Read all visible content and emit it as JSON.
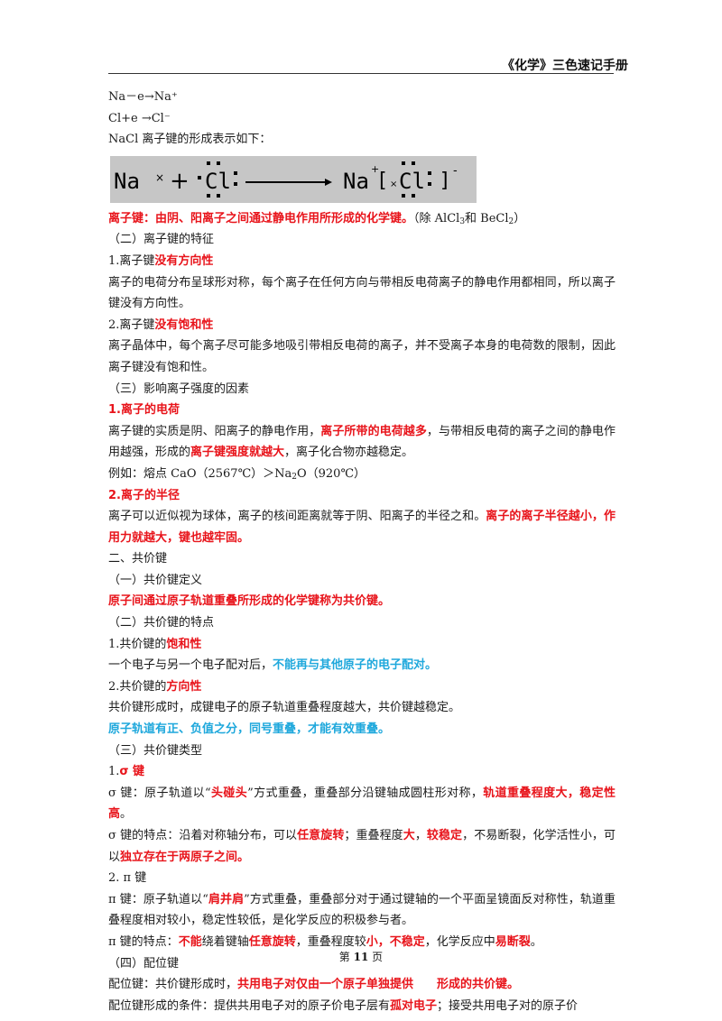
{
  "header": {
    "title": "《化学》三色速记手册"
  },
  "eq1": "Na－e→Na⁺",
  "eq2": "Cl+e →Cl⁻",
  "eq3": "NaCl 离子键的形成表示如下：",
  "formula": {
    "na": "Na",
    "cl": "Cl",
    "plus": "+",
    "na_ion": "Na",
    "sup_plus": "+",
    "minus": "-",
    "cross": "×",
    "lbracket": "[",
    "rbracket": "]"
  },
  "def_red": "离子键：由阴、阳离子之间通过静电作用所形成的化学键。",
  "def_note_a": "（除 AlCl",
  "def_note_sub1": "3",
  "def_note_b": "和 BeCl",
  "def_note_sub2": "2",
  "def_note_c": "）",
  "s2": "（二）离子键的特征",
  "p1_a": "1.离子键",
  "p1_b": "没有方向性",
  "p1_text": "离子的电荷分布呈球形对称，每个离子在任何方向与带相反电荷离子的静电作用都相同，所以离子键没有方向性。",
  "p2_a": "2.离子键",
  "p2_b": "没有饱和性",
  "p2_text": "离子晶体中，每个离子尽可能多地吸引带相反电荷的离子，并不受离子本身的电荷数的限制，因此离子键没有饱和性。",
  "s3": "（三）影响离子强度的因素",
  "f1": "1.离子的电荷",
  "f1_t1": "离子键的实质是阴、阳离子的静电作用，",
  "f1_t2": "离子所带的电荷越多",
  "f1_t3": "，与带相反电荷的离子之间的静电作用越强，形成的",
  "f1_t4": "离子键强度就越大",
  "f1_t5": "，离子化合物亦越稳定。",
  "example_a": "例如：熔点 CaO（2567℃）＞Na",
  "example_sub": "2",
  "example_b": "O（920℃）",
  "f2": "2.离子的半径",
  "f2_t1": "离子可以近似视为球体，离子的核间距离就等于阴、阳离子的半径之和。",
  "f2_t2": "离子的离子半径越小，作用力就越大，键也越牢固。",
  "sec2": "二、共价键",
  "c1": "（一）共价键定义",
  "c1_red": "原子间通过原子轨道重叠所形成的化学键称为共价键。",
  "c2": "（二）共价键的特点",
  "c2_1a": "1.共价键的",
  "c2_1b": "饱和性",
  "c2_1t1": "一个电子与另一个电子配对后，",
  "c2_1t2": "不能再与其他原子的电子配对。",
  "c2_2a": "2.共价键的",
  "c2_2b": "方向性",
  "c2_2t": "共价键形成时，成键电子的原子轨道重叠程度越大，共价键越稳定。",
  "c2_blue": "原子轨道有正、负值之分，同号重叠，才能有效重叠。",
  "c3": "（三）共价键类型",
  "sig_a": "1.",
  "sig_b": "σ 键",
  "sig_t1": "σ 键：原子轨道以“",
  "sig_t2": "头碰头",
  "sig_t3": "”方式重叠，重叠部分沿键轴成圆柱形对称，",
  "sig_t4": "轨道重叠程度大，稳定性高",
  "sig_t5": "。",
  "sig2_t1": "σ 键的特点：沿着对称轴分布，可以",
  "sig2_t2": "任意旋转",
  "sig2_t3": "；重叠程度",
  "sig2_t4": "大",
  "sig2_t5": "，",
  "sig2_t6": "较稳定",
  "sig2_t7": "，不易断裂，化学活性小，可以",
  "sig2_t8": "独立存在于两原子之间。",
  "pi_head": "2. π 键",
  "pi_t1": "π 键：原子轨道以“",
  "pi_t2": "肩并肩",
  "pi_t3": "”方式重叠，重叠部分对于通过键轴的一个平面呈镜面反对称性，轨道重叠程度相对较小，稳定性较低，是化学反应的积极参与者。",
  "pi2_t1": "π 键的特点：",
  "pi2_t2": "不能",
  "pi2_t3": "绕着键轴",
  "pi2_t4": "任意旋转",
  "pi2_t5": "，重叠程度较",
  "pi2_t6": "小，不稳定",
  "pi2_t7": "，化学反应中",
  "pi2_t8": "易断裂",
  "pi2_t9": "。",
  "c4": "（四）配位键",
  "coord_t1": "配位键：共价键形成时，",
  "coord_t2": "共用电子对仅由一个原子单独提供　　形成的共价键。",
  "coord2_t1": "配位键形成的条件：提供共用电子对的原子价电子层有",
  "coord2_t2": "孤对电子",
  "coord2_t3": "；接受共用电子对的原子价",
  "footer": {
    "pre": "第",
    "num": "11",
    "post": "页"
  }
}
